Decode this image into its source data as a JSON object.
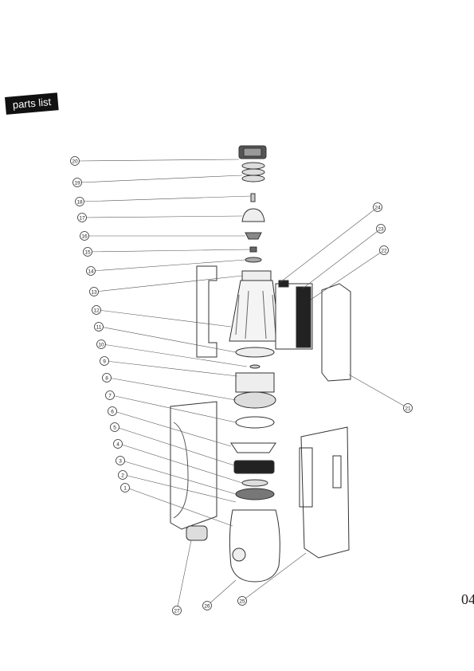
{
  "header": {
    "tag_label": "parts list"
  },
  "footer": {
    "page_number": "04"
  },
  "diagram": {
    "left_callouts": [
      "20",
      "19",
      "18",
      "17",
      "16",
      "15",
      "14",
      "13",
      "12",
      "11",
      "10",
      "9",
      "8",
      "7",
      "6",
      "5",
      "4",
      "3",
      "2",
      "1"
    ],
    "right_callouts": [
      "24",
      "23",
      "22",
      "21"
    ],
    "bottom_callouts": [
      "27",
      "26",
      "25"
    ]
  }
}
